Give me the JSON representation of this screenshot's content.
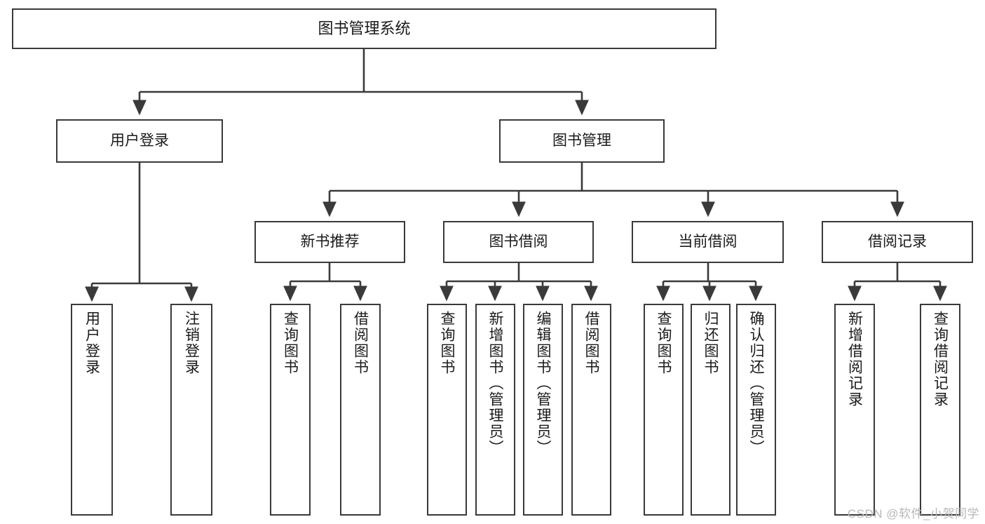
{
  "diagram": {
    "title": "图书管理系统",
    "watermark": "CSDN @软件_小贺同学",
    "colors": {
      "stroke": "#3a3a3a",
      "box_fill": "#ffffff",
      "text": "#1a1a1a",
      "watermark": "#b8b8b8",
      "background": "#ffffff"
    },
    "nodes": {
      "root": {
        "label": "图书管理系统"
      },
      "level2": [
        {
          "label": "用户登录"
        },
        {
          "label": "图书管理"
        }
      ],
      "level3": [
        {
          "label": "新书推荐"
        },
        {
          "label": "图书借阅"
        },
        {
          "label": "当前借阅"
        },
        {
          "label": "借阅记录"
        }
      ],
      "leaves": {
        "user_login": [
          {
            "label": "用户登录"
          },
          {
            "label": "注销登录"
          }
        ],
        "new_book_recommend": [
          {
            "label": "查询图书"
          },
          {
            "label": "借阅图书"
          }
        ],
        "book_borrow": [
          {
            "label": "查询图书"
          },
          {
            "label": "新增图书（管理员）"
          },
          {
            "label": "编辑图书（管理员）"
          },
          {
            "label": "借阅图书"
          }
        ],
        "current_borrow": [
          {
            "label": "查询图书"
          },
          {
            "label": "归还图书"
          },
          {
            "label": "确认归还（管理员）"
          }
        ],
        "borrow_record": [
          {
            "label": "新增借阅记录"
          },
          {
            "label": "查询借阅记录"
          }
        ]
      }
    }
  }
}
